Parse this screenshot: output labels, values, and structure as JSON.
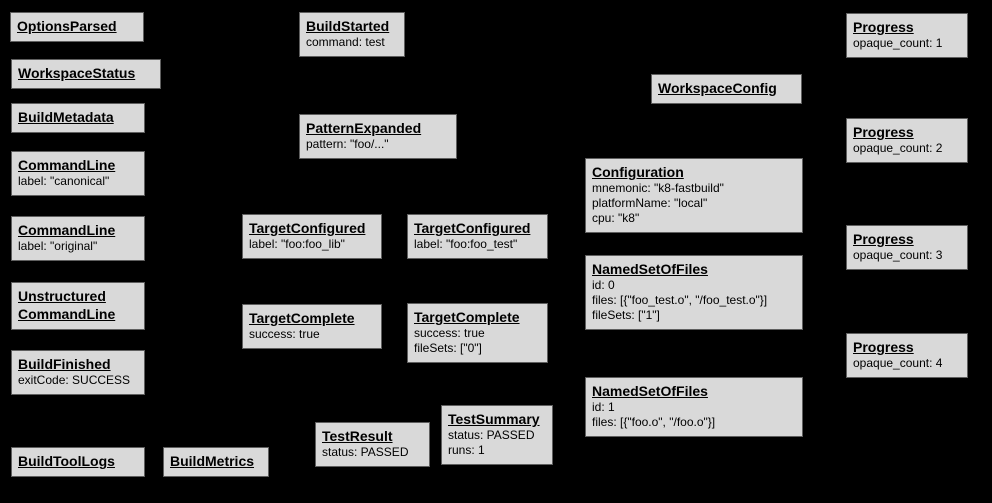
{
  "canvas": {
    "background_color": "#000000",
    "box_fill_color": "#d9d9d9",
    "box_border_color": "#5f5f5f",
    "text_color": "#000000"
  },
  "boxes": {
    "options_parsed": {
      "title": "OptionsParsed"
    },
    "workspace_status": {
      "title": "WorkspaceStatus"
    },
    "build_metadata": {
      "title": "BuildMetadata"
    },
    "command_line_canonical": {
      "title": "CommandLine",
      "lines": [
        "label: \"canonical\""
      ]
    },
    "command_line_original": {
      "title": "CommandLine",
      "lines": [
        "label: \"original\""
      ]
    },
    "unstructured_command_line": {
      "title": "Unstructured",
      "title2": "CommandLine"
    },
    "build_finished": {
      "title": "BuildFinished",
      "lines": [
        "exitCode: SUCCESS"
      ]
    },
    "build_tool_logs": {
      "title": "BuildToolLogs"
    },
    "build_metrics": {
      "title": "BuildMetrics"
    },
    "build_started": {
      "title": "BuildStarted",
      "lines": [
        "command: test"
      ]
    },
    "pattern_expanded": {
      "title": "PatternExpanded",
      "lines": [
        "pattern: \"foo/...\""
      ]
    },
    "target_configured_lib": {
      "title": "TargetConfigured",
      "lines": [
        "label: \"foo:foo_lib\""
      ]
    },
    "target_configured_test": {
      "title": "TargetConfigured",
      "lines": [
        "label: \"foo:foo_test\""
      ]
    },
    "target_complete_lib": {
      "title": "TargetComplete",
      "lines": [
        "success: true"
      ]
    },
    "target_complete_test": {
      "title": "TargetComplete",
      "lines": [
        "success: true",
        "fileSets: [\"0\"]"
      ]
    },
    "test_result": {
      "title": "TestResult",
      "lines": [
        "status: PASSED"
      ]
    },
    "test_summary": {
      "title": "TestSummary",
      "lines": [
        "status: PASSED",
        "runs: 1"
      ]
    },
    "workspace_config": {
      "title": "WorkspaceConfig"
    },
    "configuration": {
      "title": "Configuration",
      "lines": [
        "mnemonic: \"k8-fastbuild\"",
        "platformName: \"local\"",
        "cpu: \"k8\""
      ]
    },
    "named_set_of_files_0": {
      "title": "NamedSetOfFiles",
      "lines": [
        "id: 0",
        "files: [{\"foo_test.o\", \"/foo_test.o\"}]",
        "fileSets: [\"1\"]"
      ]
    },
    "named_set_of_files_1": {
      "title": "NamedSetOfFiles",
      "lines": [
        "id: 1",
        "files: [{\"foo.o\", \"/foo.o\"}]"
      ]
    },
    "progress_1": {
      "title": "Progress",
      "lines": [
        "opaque_count: 1"
      ]
    },
    "progress_2": {
      "title": "Progress",
      "lines": [
        "opaque_count: 2"
      ]
    },
    "progress_3": {
      "title": "Progress",
      "lines": [
        "opaque_count: 3"
      ]
    },
    "progress_4": {
      "title": "Progress",
      "lines": [
        "opaque_count: 4"
      ]
    }
  }
}
